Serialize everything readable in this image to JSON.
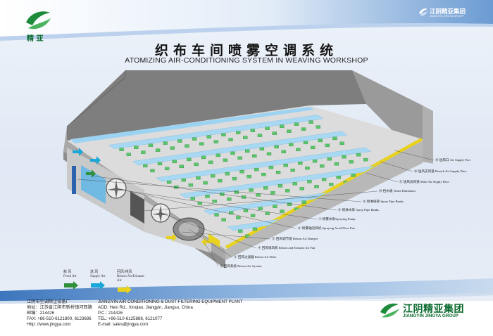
{
  "header": {
    "left_logo_text": "精 亚",
    "right_brand_cn": "江阴精亚集团",
    "right_brand_en": "JIANGYIN JINGYA GROUP"
  },
  "title": {
    "cn": "织布车间喷雾空调系统",
    "en": "ATOMIZING AIR-CONDITIONING SYSTEM IN WEAVING WORKSHOP"
  },
  "callouts": [
    {
      "num": "⑬",
      "cn": "送风口",
      "en": "Air Supply Port"
    },
    {
      "num": "⑫",
      "cn": "送风支风道",
      "en": "Branch Air Supply Duct"
    },
    {
      "num": "⑪",
      "cn": "送风总风道",
      "en": "Main Air Supply Duct"
    },
    {
      "num": "⑩",
      "cn": "挡水板",
      "en": "Water Eliminator"
    },
    {
      "num": "⑨",
      "cn": "喷淋排管",
      "en": "Spray Pipe Banks"
    },
    {
      "num": "⑧",
      "cn": "喷淋水泵",
      "en": "Spray Pipe Banks"
    },
    {
      "num": "⑦",
      "cn": "喷雾水泵Spraying",
      "en": "Pump"
    },
    {
      "num": "⑥",
      "cn": "喷雾轴流风机",
      "en": "Spraying Axial Flow Fan"
    },
    {
      "num": "⑤",
      "cn": "回风调节窗",
      "en": "Return Air Damper"
    },
    {
      "num": "④",
      "cn": "回风排风机",
      "en": "Return and Exhaust Air Fan"
    },
    {
      "num": "③",
      "cn": "回风过滤器",
      "en": "Return Air Filter"
    },
    {
      "num": "①",
      "cn": "回风系统",
      "en": "Return Air System"
    }
  ],
  "legend": [
    {
      "cn": "新 风",
      "en": "Fresh Air",
      "color": "#2f8f3a"
    },
    {
      "cn": "送 风",
      "en": "Supply Air",
      "color": "#1aa7d9"
    },
    {
      "cn": "回风/排风",
      "en": "Return Air/Exhaust Air",
      "color": "#e8d21e"
    }
  ],
  "footer": {
    "left": {
      "company_cn": "江阴市空调除尘设备厂",
      "address_cn": "地址：江苏省江阴市新桥镇河西路",
      "postcode_cn": "邮编：214426",
      "fax": "FAX:  +86-510-6121800,  6123686",
      "http": "Http:  //www.jingya.com"
    },
    "middle": {
      "company_en": "JIANGYIN AIR CONDITIONING & DUST FILTERING EQUIPMENT PLANT",
      "add": "ADD:  Hexi Rd., Xinqiao, Jiangyin, Jiangsu, China",
      "pc": "P.C.:  214426",
      "tel": "TEL:  +86-510-6125888, 6121077",
      "email": "E-mail:  sales@jingya.com"
    },
    "right": {
      "brand_cn": "江阴精亚集团",
      "brand_en": "JIANGYIN JINGYA GROUP"
    }
  },
  "colors": {
    "banner_blue": "#5a8fcb",
    "banner_light": "#c3d7ee",
    "green_brand": "#1d8c3a",
    "duct_blue": "#b9dff5",
    "machine_green": "#59c769"
  }
}
